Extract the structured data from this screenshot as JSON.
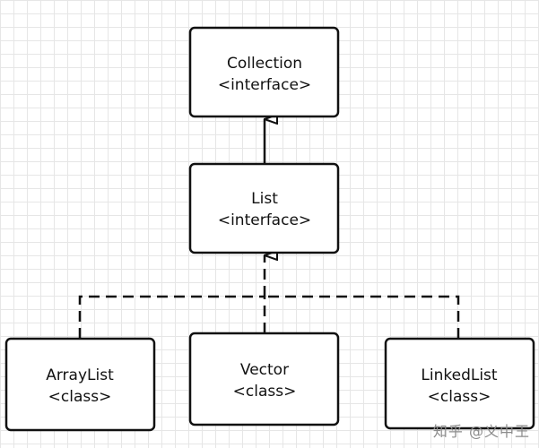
{
  "diagram": {
    "nodes": {
      "collection": {
        "name": "Collection",
        "stereotype": "<interface>"
      },
      "list": {
        "name": "List",
        "stereotype": "<interface>"
      },
      "arraylist": {
        "name": "ArrayList",
        "stereotype": "<class>"
      },
      "vector": {
        "name": "Vector",
        "stereotype": "<class>"
      },
      "linkedlist": {
        "name": "LinkedList",
        "stereotype": "<class>"
      }
    }
  },
  "watermark": "知乎 @义中王"
}
